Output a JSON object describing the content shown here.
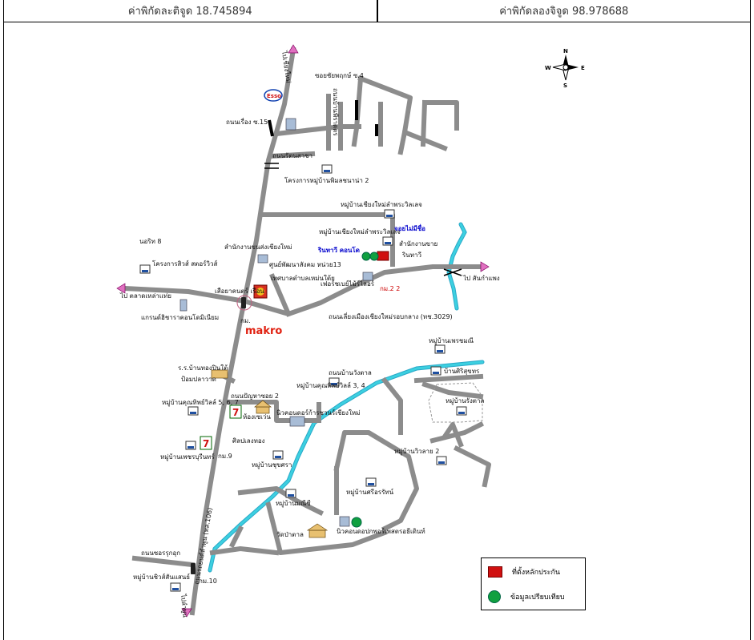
{
  "header": {
    "latitude": "ค่าพิกัดละติจูด 18.745894",
    "longitude": "ค่าพิกัดลองจิจูด 98.978688"
  },
  "compass": {
    "n": "N",
    "s": "S",
    "e": "E",
    "w": "W"
  },
  "brands": {
    "esso": "Esso",
    "makro": "makro"
  },
  "labels": {
    "to_chiangmai": "ไปเชียงใหม่",
    "to_sankamphaeng": "ไป สันกำแพง",
    "to_market": "ไป ตลาดเหล่าแท่ย",
    "to_south": "ไปลำพูน",
    "soi4": "ซอยชัยพฤกษ์ ซ.4",
    "soi15": "ถนนเรื่อง ซ.15",
    "nsa": "ถนนรัตนสาชา",
    "housing2": "โครงการหมู่บ้านพิมลชนาน่า 2",
    "village_chiangmai": "หมู่บ้านเชียงใหม่ลำพระวิลเลจ",
    "village_chiangmai2": "หมู่บ้านเชียงใหม่ลำพระวิลเลจ",
    "jom": "จอยไม่มีชื่อ",
    "office_sales": "สำนักงานขาย",
    "rinthavee": "รินทาวี",
    "office_chiangmai": "สำนักงานขนส่งเชียงใหม่",
    "center": "ศูนย์พัฒนาสังคม หน่วย13",
    "rintaree": "รินทาวี คอนโด",
    "fresh": "เฟอร์ชเบย์ไม้ร์ไลอร์",
    "km22": "กม.2 2",
    "municipality": "เทศบาลตำบลเหม่นใต้ย",
    "elephant": "เสือยาคนตร์ เรือน",
    "norit": "นอริท 8",
    "siam": "โครงการสิวส์ สตอร์วิวส์",
    "condo_museum": "แกรนด์ฮิชาราคอนโดมิเนียม",
    "road_3029": "ถนนเลี่ยงเมืองเชียงใหม่รอบกลาง (ทช.3029)",
    "km": "กม.",
    "temple": "ร.ร.บ้านทองปินใต้",
    "fish": "ป้อมปลาวาด",
    "soi2": "ถนนปัญหาซอย 2",
    "ong_road": "ถนนบ้านวังตาล",
    "village_prom": "หมู่บ้านเพรชมณี",
    "baan_siri": "บ้านศิริสุขทร",
    "village_cheang": "หมู่บ้านรังตาล",
    "village_34": "หมู่บ้านคุณทิพย์วิลล์ 3, 4",
    "village_567": "หมู่บ้านคุณทิพย์วิลล์ 5, 6, 7",
    "grand_house": "นิวคอนดอร์ก้ารชวนร์เชียงใหม่",
    "seven": "ห้องเซเว่น",
    "village_sri": "หมู่บ้านเพชรบุรีนทร์",
    "kita": "ศิลปเลงทอง",
    "km9": "กม.9",
    "village_suk": "หมู่บ้านชุขศรา",
    "village_v2": "หมู่บ้านวิวลาย 2",
    "village_siri": "หมู่บ้านศรีอรรัทน์",
    "village_mala": "หมู่บ้านมณีชี",
    "wat": "วัดป่าตาล",
    "condo_last": "นิวคอนดอปกพอร์เพสตรอธีเดินท์",
    "hwy": "ถนนรถยนต์ลำพูน (ทล.106)",
    "road_bottom": "ถนนซอรรุกอุก",
    "village_last": "หมู่บ้านชิวส์สันแสนธ์",
    "km10": "กม.10",
    "number_road": "ถนนบ้านพีราตตร"
  },
  "legend": {
    "collateral": "ที่ตั้งหลักประกัน",
    "comparison": "ข้อมูลเปรียบเทียบ"
  },
  "colors": {
    "road": "#8c8c8c",
    "river": "#3cd0e0",
    "collateral": "#d01010",
    "comparison": "#10a040"
  }
}
